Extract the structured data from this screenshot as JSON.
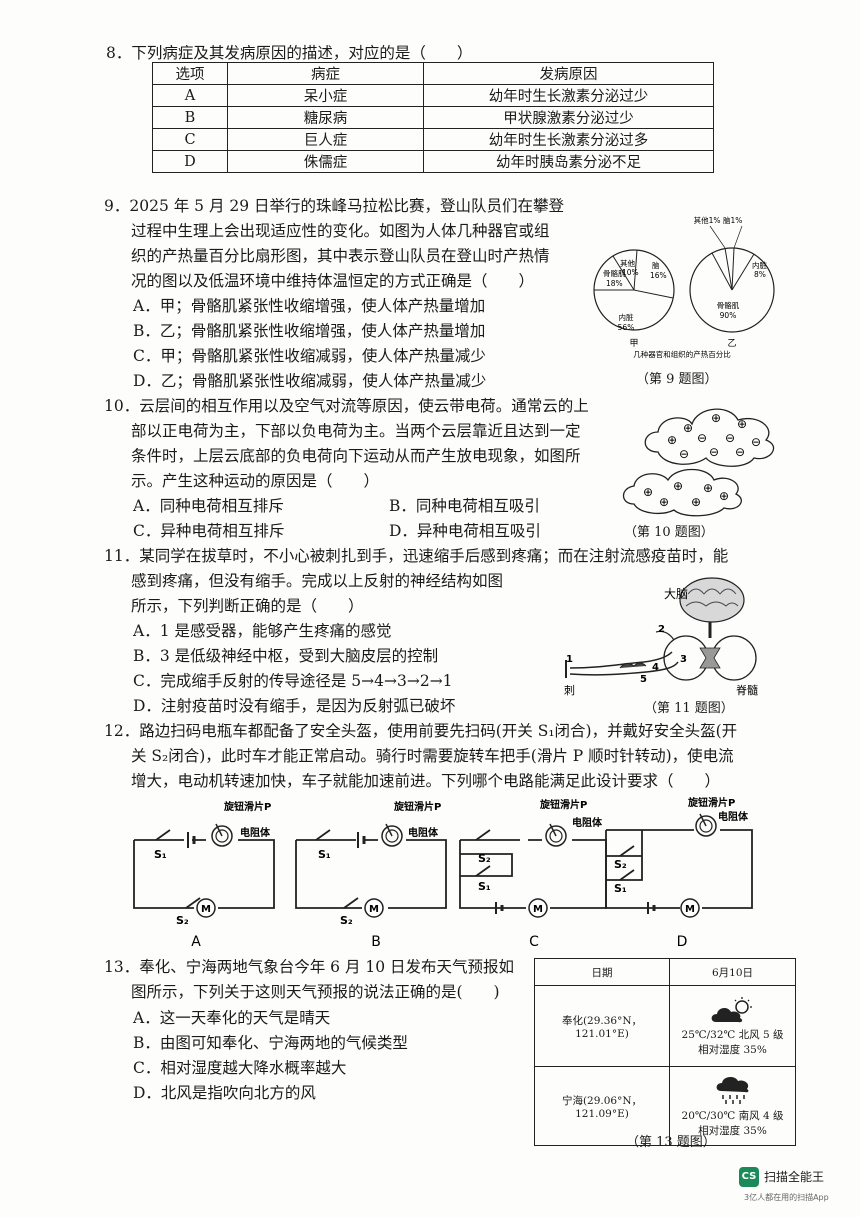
{
  "q8": {
    "stem": "8．下列病症及其发病原因的描述，对应的是（　　）",
    "headers": [
      "选项",
      "病症",
      "发病原因"
    ],
    "rows": [
      [
        "A",
        "呆小症",
        "幼年时生长激素分泌过少"
      ],
      [
        "B",
        "糖尿病",
        "甲状腺激素分泌过少"
      ],
      [
        "C",
        "巨人症",
        "幼年时生长激素分泌过多"
      ],
      [
        "D",
        "侏儒症",
        "幼年时胰岛素分泌不足"
      ]
    ]
  },
  "q9": {
    "lines": [
      "9．2025 年 5 月 29 日举行的珠峰马拉松比赛，登山队员们在攀登",
      "过程中生理上会出现适应性的变化。如图为人体几种器官或组",
      "织的产热量百分比扇形图，其中表示登山队员在登山时产热情",
      "况的图以及低温环境中维持体温恒定的方式正确是（　　）"
    ],
    "options": [
      "A．甲；骨骼肌紧张性收缩增强，使人体产热量增加",
      "B．乙；骨骼肌紧张性收缩增强，使人体产热量增加",
      "C．甲；骨骼肌紧张性收缩减弱，使人体产热量减少",
      "D．乙；骨骼肌紧张性收缩减弱，使人体产热量减少"
    ],
    "pie_jia": {
      "label": "甲",
      "slices": [
        {
          "name": "内脏",
          "value": 56
        },
        {
          "name": "骨骼肌",
          "value": 18
        },
        {
          "name": "其他",
          "value": 10
        },
        {
          "name": "脑",
          "value": 16
        }
      ],
      "texts": {
        "neizang": "内脏",
        "neizang_v": "56%",
        "gugeji": "骨骼肌",
        "gugeji_v": "18%",
        "qita": "其他",
        "qita_v": "10%",
        "nao": "脑",
        "nao_v": "16%"
      }
    },
    "pie_yi": {
      "label": "乙",
      "slices": [
        {
          "name": "骨骼肌",
          "value": 90
        },
        {
          "name": "内脏",
          "value": 8
        },
        {
          "name": "其他",
          "value": 1
        },
        {
          "name": "脑",
          "value": 1
        }
      ],
      "texts": {
        "top": "其他1%  脑1%",
        "neizang": "内脏",
        "neizang_v": "8%",
        "gugeji": "骨骼肌",
        "gugeji_v": "90%"
      }
    },
    "chart_caption": "几种器官和组织的产热百分比",
    "caption": "（第 9 题图）"
  },
  "q10": {
    "lines": [
      "10．云层间的相互作用以及空气对流等原因，使云带电荷。通常云的上",
      "部以正电荷为主，下部以负电荷为主。当两个云层靠近且达到一定",
      "条件时，上层云底部的负电荷向下运动从而产生放电现象，如图所",
      "示。产生这种运动的原因是（　　）"
    ],
    "options": [
      "A．同种电荷相互排斥",
      "B．同种电荷相互吸引",
      "C．异种电荷相互排斥",
      "D．异种电荷相互吸引"
    ],
    "plus": "⊕",
    "minus": "⊖",
    "caption": "（第 10 题图）"
  },
  "q11": {
    "lines": [
      "11．某同学在拔草时，不小心被刺扎到手，迅速缩手后感到疼痛；而在注射流感疫苗时，能",
      "感到疼痛，但没有缩手。完成以上反射的神经结构如图",
      "所示，下列判断正确的是（　　）"
    ],
    "options": [
      "A．1 是感受器，能够产生疼痛的感觉",
      "B．3 是低级神经中枢，受到大脑皮层的控制",
      "C．完成缩手反射的传导途径是 5→4→3→2→1",
      "D．注射疫苗时没有缩手，是因为反射弧已破坏"
    ],
    "labels": {
      "brain": "大脑",
      "spine": "脊髓",
      "thorn": "刺",
      "n1": "1",
      "n2": "2",
      "n3": "3",
      "n4": "4",
      "n5": "5"
    },
    "caption": "（第 11 题图）"
  },
  "q12": {
    "lines": [
      "12．路边扫码电瓶车都配备了安全头盔，使用前要先扫码(开关 S₁闭合)，并戴好安全头盔(开",
      "关 S₂闭合)，此时车才能正常启动。骑行时需要旋转车把手(滑片 P 顺时针转动)，使电流",
      "增大，电动机转速加快，车子就能加速前进。下列哪个电路能满足此设计要求（　　）"
    ],
    "slider_label": "旋钮滑片P",
    "resistor_label": "电阻体",
    "s1": "S₁",
    "s2": "S₂",
    "motor": "M",
    "circuits": [
      "A",
      "B",
      "C",
      "D"
    ]
  },
  "q13": {
    "lines": [
      "13．奉化、宁海两地气象台今年 6 月 10 日发布天气预报如",
      "图所示，下列关于这则天气预报的说法正确的是(　　)"
    ],
    "options": [
      "A．这一天奉化的天气是晴天",
      "B．由图可知奉化、宁海两地的气候类型",
      "C．相对湿度越大降水概率越大",
      "D．北风是指吹向北方的风"
    ],
    "table": {
      "col1": "日期",
      "col2": "6月10日",
      "row1_place": "奉化(29.36°N，121.01°E)",
      "row1_weather": "25℃/32℃ 北风 5 级",
      "row1_humidity": "相对湿度 35%",
      "row2_place": "宁海(29.06°N，121.09°E)",
      "row2_weather": "20℃/30℃ 南风 4 级",
      "row2_humidity": "相对湿度 35%"
    },
    "caption": "（第 13 题图）"
  },
  "watermark": {
    "logo": "CS",
    "name": "扫描全能王",
    "sub": "3亿人都在用的扫描App"
  }
}
